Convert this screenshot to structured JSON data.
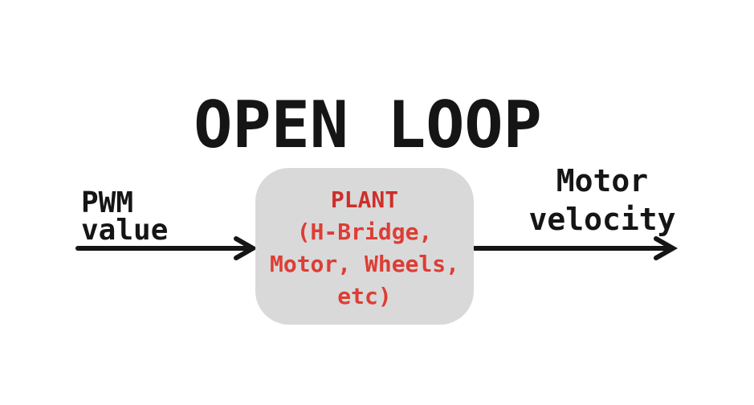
{
  "title": "OPEN LOOP",
  "colors": {
    "background": "#ffffff",
    "ink": "#151515",
    "box_fill": "#d9d9d9",
    "plant_title_red": "#ce2e2a",
    "plant_body_red": "#dd3d35"
  },
  "input_label": {
    "lines": [
      "PWM",
      "value"
    ]
  },
  "plant_block": {
    "title": "PLANT",
    "lines": [
      "(H-Bridge,",
      "Motor, Wheels,",
      "etc)"
    ]
  },
  "output_label": {
    "lines": [
      "Motor",
      "velocity"
    ]
  }
}
